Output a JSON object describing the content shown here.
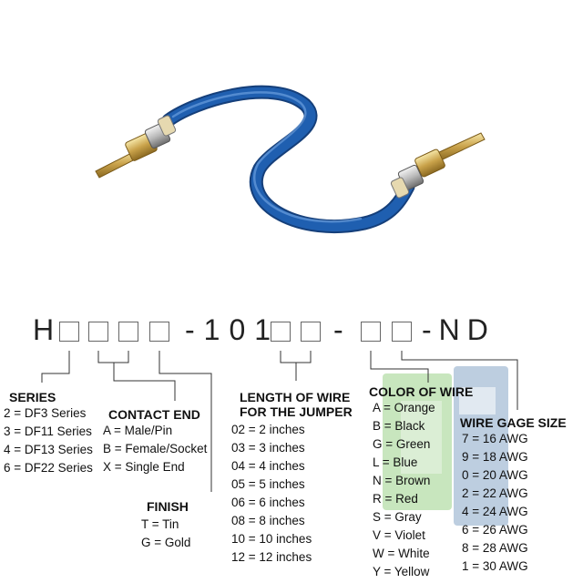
{
  "part_number": {
    "prefix": "H",
    "middle": "-101",
    "dash": "-",
    "suffix": "-ND"
  },
  "series": {
    "heading": "SERIES",
    "items": [
      "2 = DF3 Series",
      "3 = DF11 Series",
      "4 = DF13 Series",
      "6 = DF22 Series"
    ]
  },
  "contact_end": {
    "heading": "CONTACT END",
    "items": [
      "A = Male/Pin",
      "B = Female/Socket",
      "X = Single End"
    ]
  },
  "finish": {
    "heading": "FINISH",
    "items": [
      "T = Tin",
      "G = Gold"
    ]
  },
  "length": {
    "heading_line1": "LENGTH OF WIRE",
    "heading_line2": "FOR THE JUMPER",
    "items": [
      "02 = 2 inches",
      "03 = 3 inches",
      "04 = 4 inches",
      "05 = 5 inches",
      "06 = 6 inches",
      "08 = 8 inches",
      "10 = 10 inches",
      "12 = 12 inches"
    ]
  },
  "color": {
    "heading": "COLOR OF WIRE",
    "items": [
      "A = Orange",
      "B = Black",
      "G = Green",
      "L = Blue",
      "N = Brown",
      "R = Red",
      "S = Gray",
      "V = Violet",
      "W = White",
      "Y = Yellow"
    ]
  },
  "gage": {
    "heading": "WIRE GAGE SIZE",
    "items": [
      "7 = 16 AWG",
      "9 = 18 AWG",
      "0 = 20 AWG",
      "2 = 22 AWG",
      "4 = 24 AWG",
      "6 = 26 AWG",
      "8 = 28 AWG",
      "1 = 30 AWG"
    ]
  },
  "colors": {
    "wire": "#1f5fb0",
    "watermark_green": "#9ccf88",
    "watermark_blue": "#8aa9c8"
  }
}
